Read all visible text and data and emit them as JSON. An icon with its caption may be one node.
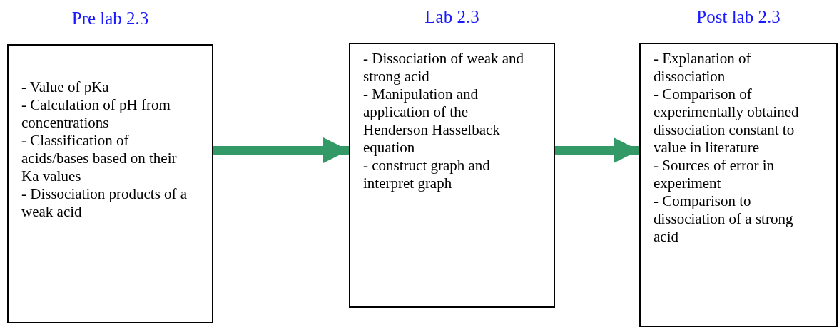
{
  "diagram": {
    "nodes": [
      {
        "text": [
          "Pre lab 2.3",
          "- Value of pKa",
          "- Calculation of pH from concentrations",
          "- Classification of acids/bases based on their Ka values",
          "- Dissociation products of a weak acid"
        ]
      },
      {
        "text": [
          "Lab 2.3",
          "- Dissociation of weak and strong acid",
          "- Manipulation and application of the Henderson Hasselback equation",
          "- construct graph and interpret graph"
        ]
      },
      {
        "text": [
          "Post lab 2.3",
          "- Explanation of dissociation",
          "- Comparison of experimentally obtained dissociation constant to value in literature",
          "- Sources of error in experiment",
          "- Comparison to dissociation of a strong acid"
        ]
      }
    ],
    "edges": [
      {
        "from": 0,
        "to": 1,
        "arrow": "to"
      },
      {
        "from": 1,
        "to": 2,
        "arrow": "to"
      }
    ]
  }
}
